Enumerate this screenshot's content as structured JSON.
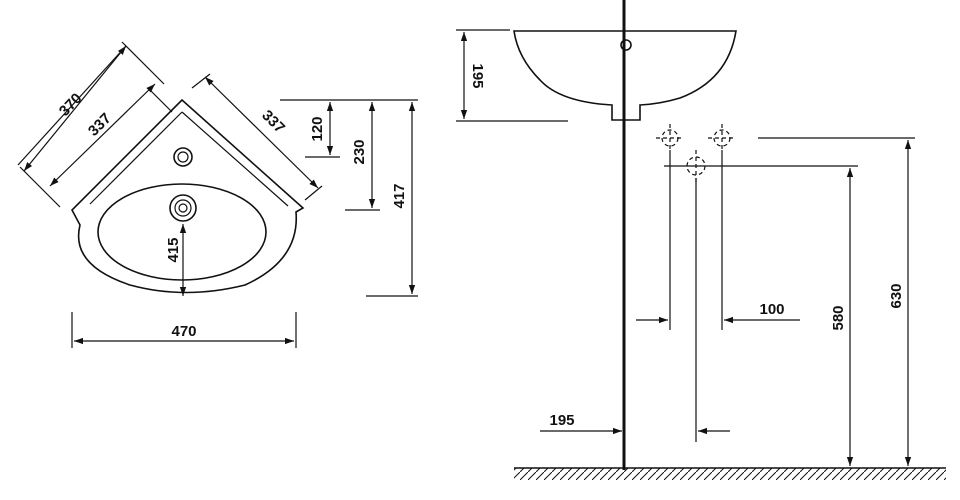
{
  "views": {
    "top_view": {
      "dimensions": {
        "d370": "370",
        "d337_left": "337",
        "d337_right": "337",
        "d120": "120",
        "d230": "230",
        "d417": "417",
        "d415": "415",
        "d470": "470"
      }
    },
    "side_view": {
      "dimensions": {
        "d195_top": "195",
        "d100": "100",
        "d580": "580",
        "d630": "630",
        "d195_bottom": "195"
      }
    }
  }
}
